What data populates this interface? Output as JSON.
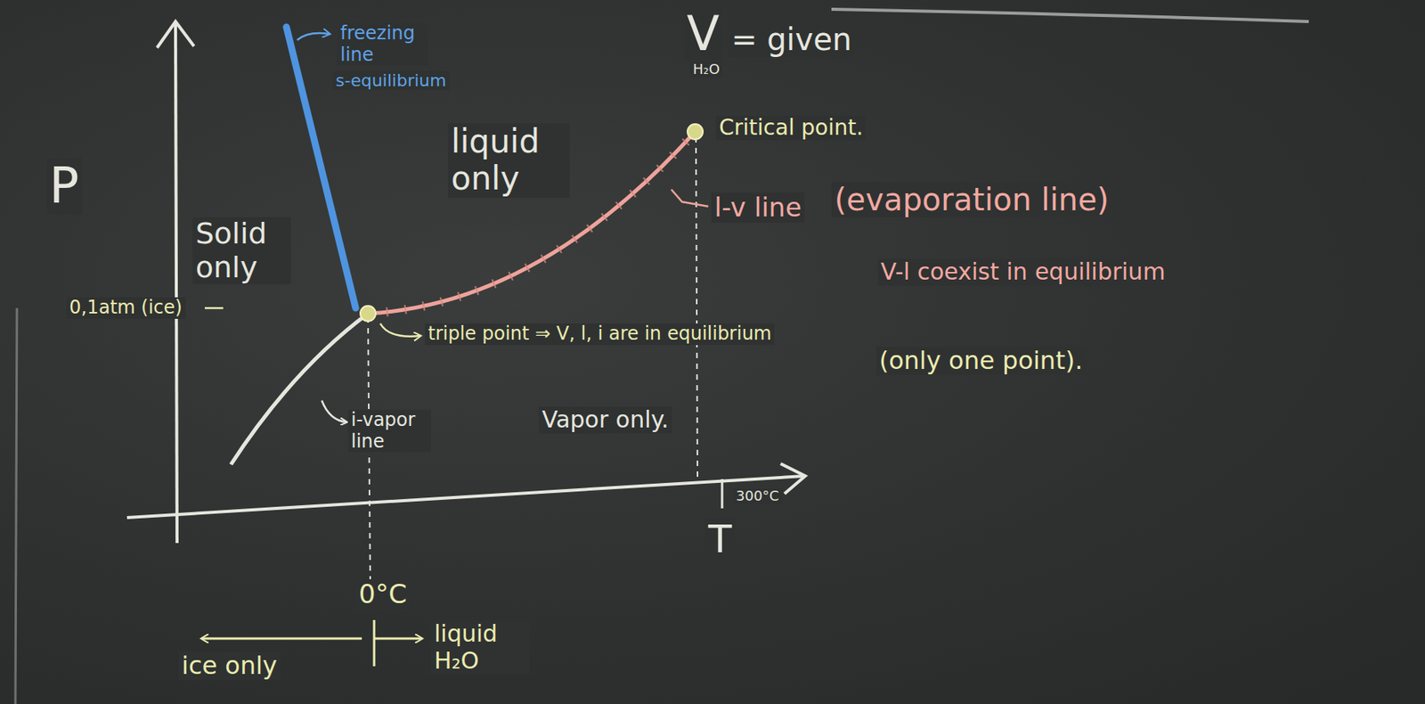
{
  "diagram": {
    "labels": [
      "freezing line",
      "s-equilibrium",
      "V",
      "H₂O",
      "= given",
      "Critical point.",
      "liquid only",
      "P",
      "Solid only",
      "l-v line",
      "(evaporation line)",
      "V-l coexist in equilibrium",
      "0,1atm (ice)",
      "triple point ⇒ V, l, i are in equilibrium",
      "(only one point).",
      "Vapor only.",
      "i-vapor line",
      "300°C",
      "T",
      "0°C",
      "ice only",
      "liquid H₂O"
    ]
  }
}
